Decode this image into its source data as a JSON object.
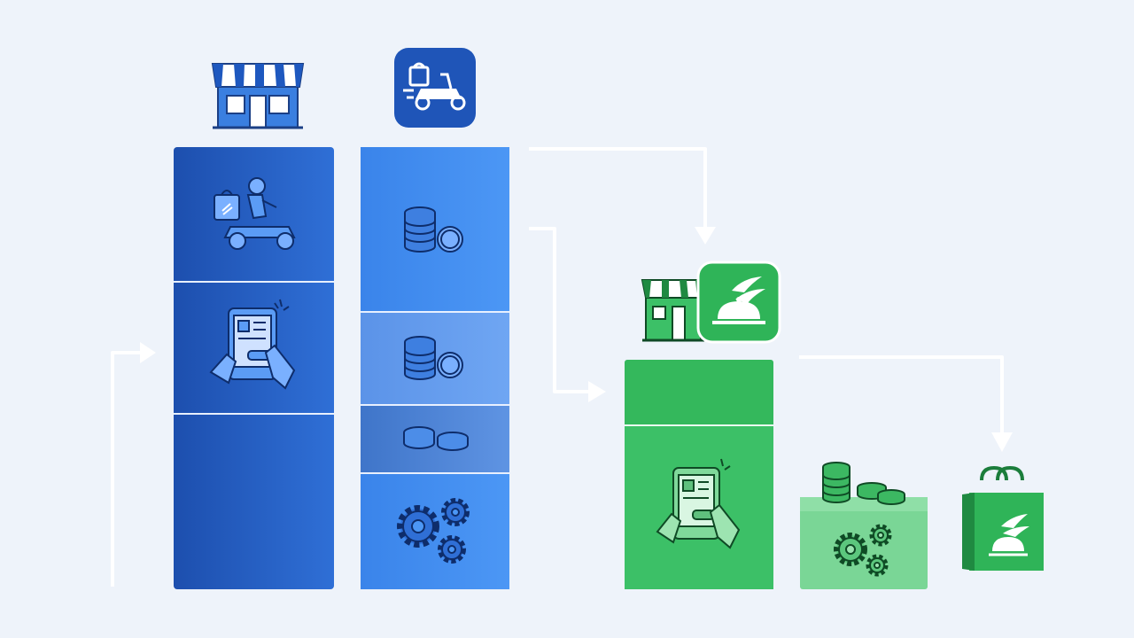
{
  "diagram": {
    "left_group": {
      "header_icon": "storefront-icon",
      "segments": [
        "delivery-rider-icon",
        "tablet-order-icon",
        "empty"
      ],
      "color": "#2563c9"
    },
    "middle_group": {
      "header_icon": "delivery-app-icon",
      "segments": [
        "coins-stack-icon",
        "coins-stack-icon",
        "coins-small-icon",
        "gears-icon"
      ],
      "color": "#3f8ef0"
    },
    "right_group": {
      "header_icons": [
        "storefront-icon",
        "restaurant-app-icon"
      ],
      "segments": [
        "empty",
        "tablet-order-icon"
      ],
      "color": "#34b85c"
    },
    "small_box": {
      "icons": [
        "coins-stack-icon",
        "gears-icon"
      ],
      "color": "#6fd08a"
    },
    "end_icon": "shopping-bag-icon",
    "arrows": [
      "up-into-left",
      "middle-to-right-header",
      "middle-to-right-column",
      "right-to-bag"
    ]
  }
}
